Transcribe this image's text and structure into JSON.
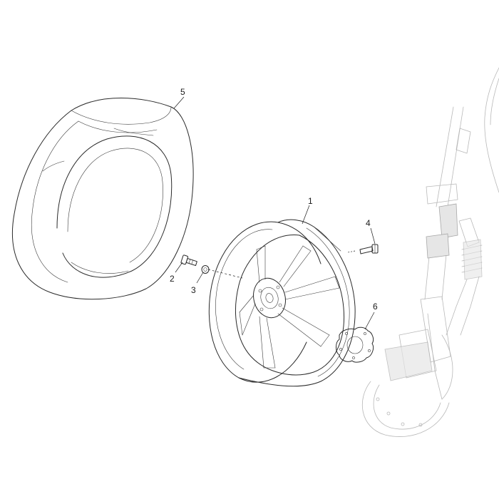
{
  "diagram": {
    "parts": [
      {
        "number": "1",
        "part": "wheel-rim"
      },
      {
        "number": "2",
        "part": "bolt"
      },
      {
        "number": "3",
        "part": "washer"
      },
      {
        "number": "4",
        "part": "valve"
      },
      {
        "number": "5",
        "part": "tyre"
      },
      {
        "number": "6",
        "part": "spacer-plate"
      }
    ]
  },
  "colors": {
    "line": "#2a2a2a",
    "ghost": "#b8b8b8",
    "ghost_fill": "#e6e6e6",
    "background": "#ffffff"
  }
}
